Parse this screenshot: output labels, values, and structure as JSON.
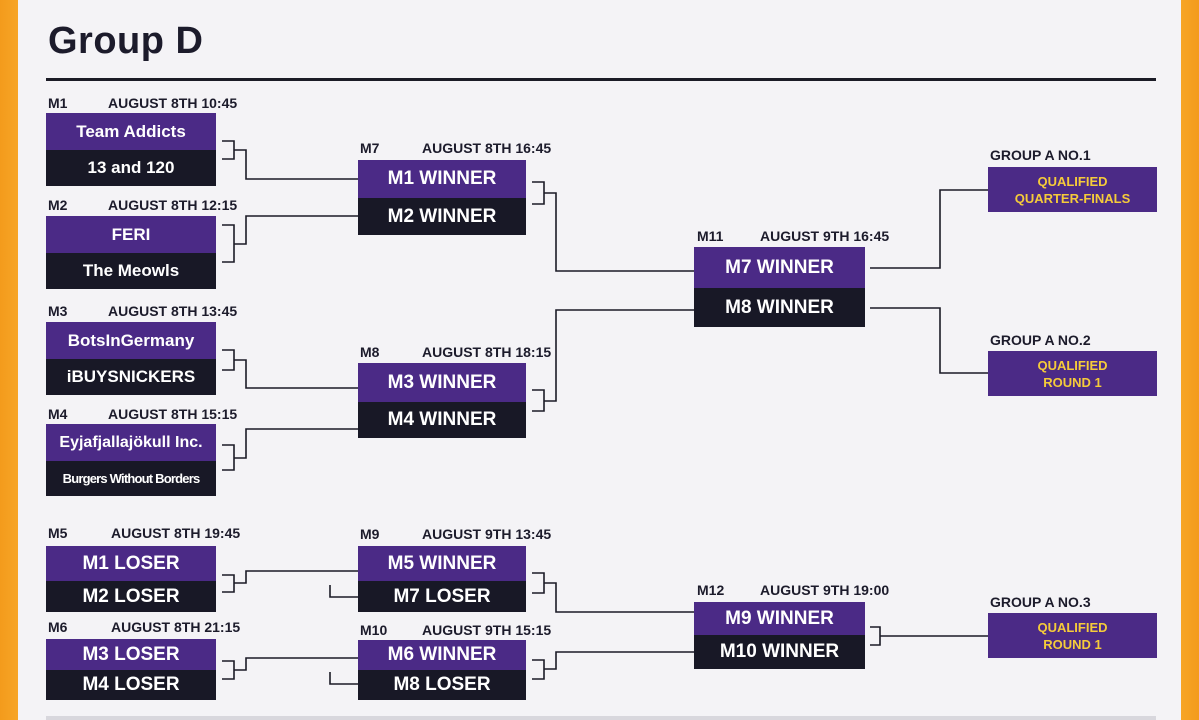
{
  "title": "Group D",
  "matches": {
    "m1": {
      "id": "M1",
      "date": "AUGUST 8TH 10:45",
      "top": "Team Addicts",
      "bottom": "13 and 120"
    },
    "m2": {
      "id": "M2",
      "date": "AUGUST 8TH 12:15",
      "top": "FERI",
      "bottom": "The Meowls"
    },
    "m3": {
      "id": "M3",
      "date": "AUGUST 8TH 13:45",
      "top": "BotsInGermany",
      "bottom": "iBUYSNICKERS"
    },
    "m4": {
      "id": "M4",
      "date": "AUGUST 8TH 15:15",
      "top": "Eyjafjallajökull Inc.",
      "bottom": "Burgers Without Borders"
    },
    "m7": {
      "id": "M7",
      "date": "AUGUST 8TH 16:45",
      "top": "M1 WINNER",
      "bottom": "M2 WINNER"
    },
    "m8": {
      "id": "M8",
      "date": "AUGUST 8TH 18:15",
      "top": "M3 WINNER",
      "bottom": "M4 WINNER"
    },
    "m11": {
      "id": "M11",
      "date": "AUGUST 9TH 16:45",
      "top": "M7 WINNER",
      "bottom": "M8 WINNER"
    },
    "m5": {
      "id": "M5",
      "date": "AUGUST 8TH 19:45",
      "top": "M1 LOSER",
      "bottom": "M2 LOSER"
    },
    "m6": {
      "id": "M6",
      "date": "AUGUST 8TH 21:15",
      "top": "M3 LOSER",
      "bottom": "M4 LOSER"
    },
    "m9": {
      "id": "M9",
      "date": "AUGUST 9TH 13:45",
      "top": "M5 WINNER",
      "bottom": "M7 LOSER"
    },
    "m10": {
      "id": "M10",
      "date": "AUGUST 9TH 15:15",
      "top": "M6 WINNER",
      "bottom": "M8 LOSER"
    },
    "m12": {
      "id": "M12",
      "date": "AUGUST 9TH 19:00",
      "top": "M9 WINNER",
      "bottom": "M10 WINNER"
    }
  },
  "results": {
    "a1": {
      "label": "GROUP A NO.1",
      "line1": "QUALIFIED",
      "line2": "QUARTER-FINALS"
    },
    "a2": {
      "label": "GROUP A NO.2",
      "line1": "QUALIFIED",
      "line2": "ROUND 1"
    },
    "a3": {
      "label": "GROUP A NO.3",
      "line1": "QUALIFIED",
      "line2": "ROUND 1"
    }
  },
  "colors": {
    "accent": "#4b2a86",
    "dark": "#181826",
    "highlight": "#f5cb3a",
    "frame": "#f7a526"
  }
}
